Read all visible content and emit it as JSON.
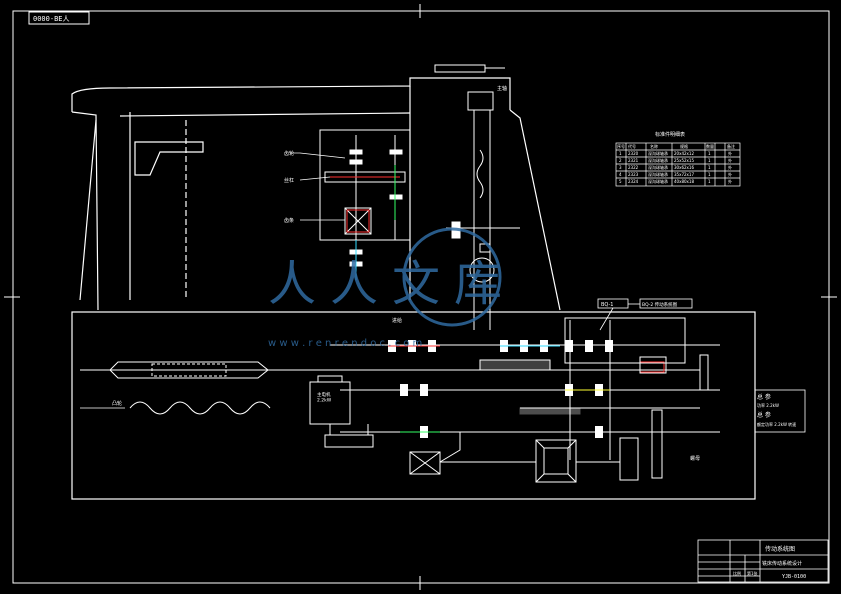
{
  "drawing": {
    "number_stamp": "0000-BE人",
    "parts_table": {
      "title": "标准件明细表",
      "headers": [
        "序号",
        "代号",
        "名称",
        "规格",
        "数量",
        "备注"
      ],
      "rows": [
        {
          "no": "1",
          "code": "2320",
          "name": "深沟球轴承",
          "spec": "20x42x12",
          "qty": "1",
          "note": "外"
        },
        {
          "no": "2",
          "code": "2321",
          "name": "深沟球轴承",
          "spec": "25x52x15",
          "qty": "1",
          "note": "外"
        },
        {
          "no": "3",
          "code": "2322",
          "name": "深沟球轴承",
          "spec": "30x62x16",
          "qty": "1",
          "note": "外"
        },
        {
          "no": "4",
          "code": "2323",
          "name": "深沟球轴承",
          "spec": "35x72x17",
          "qty": "1",
          "note": "外"
        },
        {
          "no": "5",
          "code": "2324",
          "name": "深沟球轴承",
          "spec": "40x80x18",
          "qty": "1",
          "note": "外"
        }
      ]
    },
    "notes": {
      "heading1": "总 参",
      "line1": "功率 2.2kW",
      "heading2": "总 参",
      "line2": "额定功率 2.2kW 转速"
    },
    "motor_label": "主电机\n2.2kW",
    "callouts": {
      "left_top": "齿轮",
      "left_mid": "丝杠",
      "left_low": "齿条",
      "spindle": "主轴",
      "feed": "进给",
      "cam": "凸轮",
      "nut": "螺母",
      "box1": "BQ-1",
      "box2": "BQ-2 传动系统图"
    },
    "title_block": {
      "drawing_name": "传动系统图",
      "project": "YJB-0100",
      "machine": "铣床传动系统设计",
      "scale_label": "比例",
      "sheet_label": "第1张"
    },
    "watermark": {
      "text": "人人文库",
      "url": "w w w . r e n r e n d o c . c o m",
      "color": "#2f6aa0"
    },
    "colors": {
      "background": "#000000",
      "line": "#ffffff",
      "accent_red": "#ff3030",
      "accent_cyan": "#33ddff",
      "accent_yellow": "#ffff33",
      "accent_green": "#33ff66"
    }
  }
}
